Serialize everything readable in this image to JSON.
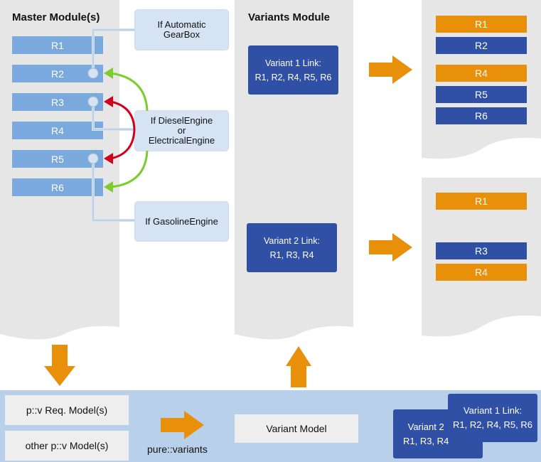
{
  "master_module": {
    "title": "Master Module(s)",
    "items": [
      "R1",
      "R2",
      "R3",
      "R4",
      "R5",
      "R6"
    ]
  },
  "conditions": [
    "If Automatic\nGearBox",
    "If DieselEngine\nor\nElectricalEngine",
    "If GasolineEngine"
  ],
  "variants_module": {
    "title": "Variants Module",
    "variant1": "Variant 1 Link:\nR1, R2, R4, R5, R6",
    "variant2": "Variant 2 Link:\nR1, R3, R4"
  },
  "result1": [
    {
      "label": "R1",
      "color": "#e8900a"
    },
    {
      "label": "R2",
      "color": "#2f50a5"
    },
    {
      "label": "R4",
      "color": "#e8900a"
    },
    {
      "label": "R5",
      "color": "#2f50a5"
    },
    {
      "label": "R6",
      "color": "#2f50a5"
    }
  ],
  "result2": [
    {
      "label": "R1",
      "color": "#e8900a"
    },
    {
      "label": "R3",
      "color": "#2f50a5"
    },
    {
      "label": "R4",
      "color": "#e8900a"
    }
  ],
  "bottom": {
    "req_model": "p::v Req. Model(s)",
    "other_model": "other p::v Model(s)",
    "tool": "pure::variants",
    "variant_model": "Variant Model",
    "card1": "Variant 1 Link:\nR1, R2, R4, R5, R6",
    "card2": "Variant 2\nR1, R3, R4"
  },
  "colors": {
    "panel": "#e6e6e6",
    "req": "#7aa9de",
    "dark_blue": "#2f50a5",
    "orange": "#e8900a",
    "condition": "#d6e3f2",
    "band": "#b9d0ea",
    "green": "#7ccc2e",
    "red": "#d0021b"
  }
}
